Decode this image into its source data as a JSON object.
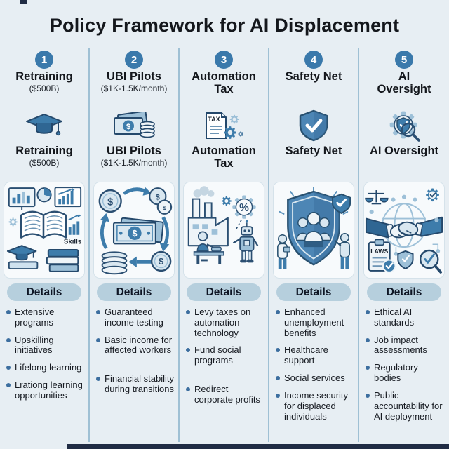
{
  "title": "Policy Framework for AI Displacement",
  "details_label": "Details",
  "colors": {
    "background": "#e7eef3",
    "accent_blue": "#3d7cab",
    "circle_blue": "#3a79ab",
    "pill_blue": "#b6cfdd",
    "divider_blue": "#9fc0d4",
    "navy_bar": "#202c44",
    "text_dark": "#14171c"
  },
  "columns": [
    {
      "number": "1",
      "heading": "Retraining",
      "subheading": "($500B)",
      "icon": "graduation-cap-icon",
      "repeat_heading": "Retraining",
      "repeat_subheading": "($500B)",
      "illustration": "education-skills-collage",
      "skills_label": "Skills",
      "details_label": "Details",
      "bullets": [
        "Extensive programs",
        "Upskilling initiatives",
        "Lifelong learning",
        "Lrationg learning opportunities"
      ]
    },
    {
      "number": "2",
      "heading": "UBI Pilots",
      "subheading": "($1K-1.5K/month)",
      "icon": "money-banknote-coins-icon",
      "repeat_heading": "UBI Pilots",
      "repeat_subheading": "($1K-1.5K/month)",
      "illustration": "money-circulation-cycle",
      "currency": "$",
      "details_label": "Details",
      "bullets": [
        "Guaranteed income testing",
        "Basic income for affected workers",
        "Financial stability during transitions"
      ]
    },
    {
      "number": "3",
      "heading": "Automation Tax",
      "subheading": "",
      "icon": "tax-document-gears-icon",
      "repeat_heading": "Automation Tax",
      "repeat_subheading": "",
      "illustration": "factory-robot-worker-scene",
      "tax_label": "TAX",
      "percent_label": "%",
      "details_label": "Details",
      "bullets": [
        "Levy taxes on automation technology",
        "Fund social programs",
        "Redirect corporate profits"
      ]
    },
    {
      "number": "4",
      "heading": "Safety Net",
      "subheading": "",
      "icon": "shield-check-icon",
      "repeat_heading": "Safety Net",
      "repeat_subheading": "",
      "illustration": "shield-protecting-people",
      "details_label": "Details",
      "bullets": [
        "Enhanced unemployment benefits",
        "Healthcare support",
        "Social services",
        "Income security for displaced individuals"
      ]
    },
    {
      "number": "5",
      "heading": "AI Oversight",
      "subheading": "",
      "icon": "gear-shield-magnifier-icon",
      "repeat_heading": "AI Oversight",
      "repeat_subheading": "",
      "illustration": "handshake-globe-governance",
      "laws_label": "LAWS",
      "details_label": "Details",
      "bullets": [
        "Ethical AI standards",
        "Job impact assessments",
        "Regulatory bodies",
        "Public accountability for AI deployment"
      ]
    }
  ]
}
